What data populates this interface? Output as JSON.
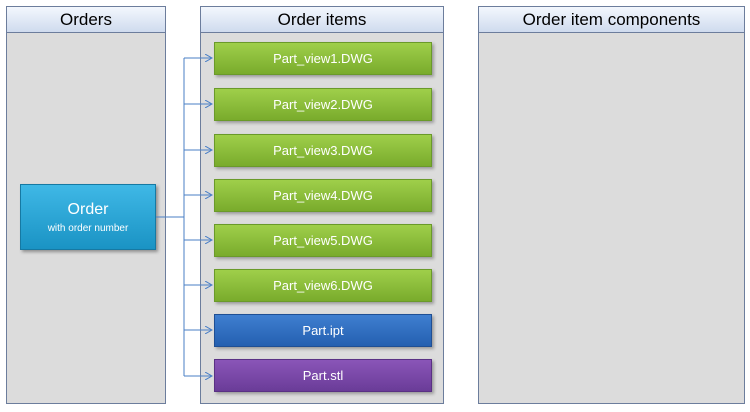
{
  "panels": {
    "orders": {
      "title": "Orders"
    },
    "order_items": {
      "title": "Order items"
    },
    "components": {
      "title": "Order item components"
    }
  },
  "order": {
    "title": "Order",
    "subtitle": "with  order number"
  },
  "items": [
    {
      "label": "Part_view1.DWG",
      "color": "#8bbf3a"
    },
    {
      "label": "Part_view2.DWG",
      "color": "#8bbf3a"
    },
    {
      "label": "Part_view3.DWG",
      "color": "#8bbf3a"
    },
    {
      "label": "Part_view4.DWG",
      "color": "#8bbf3a"
    },
    {
      "label": "Part_view5.DWG",
      "color": "#8bbf3a"
    },
    {
      "label": "Part_view6.DWG",
      "color": "#8bbf3a"
    },
    {
      "label": "Part.ipt",
      "color": "#2f6fc2"
    },
    {
      "label": "Part.stl",
      "color": "#7a48a8"
    }
  ]
}
